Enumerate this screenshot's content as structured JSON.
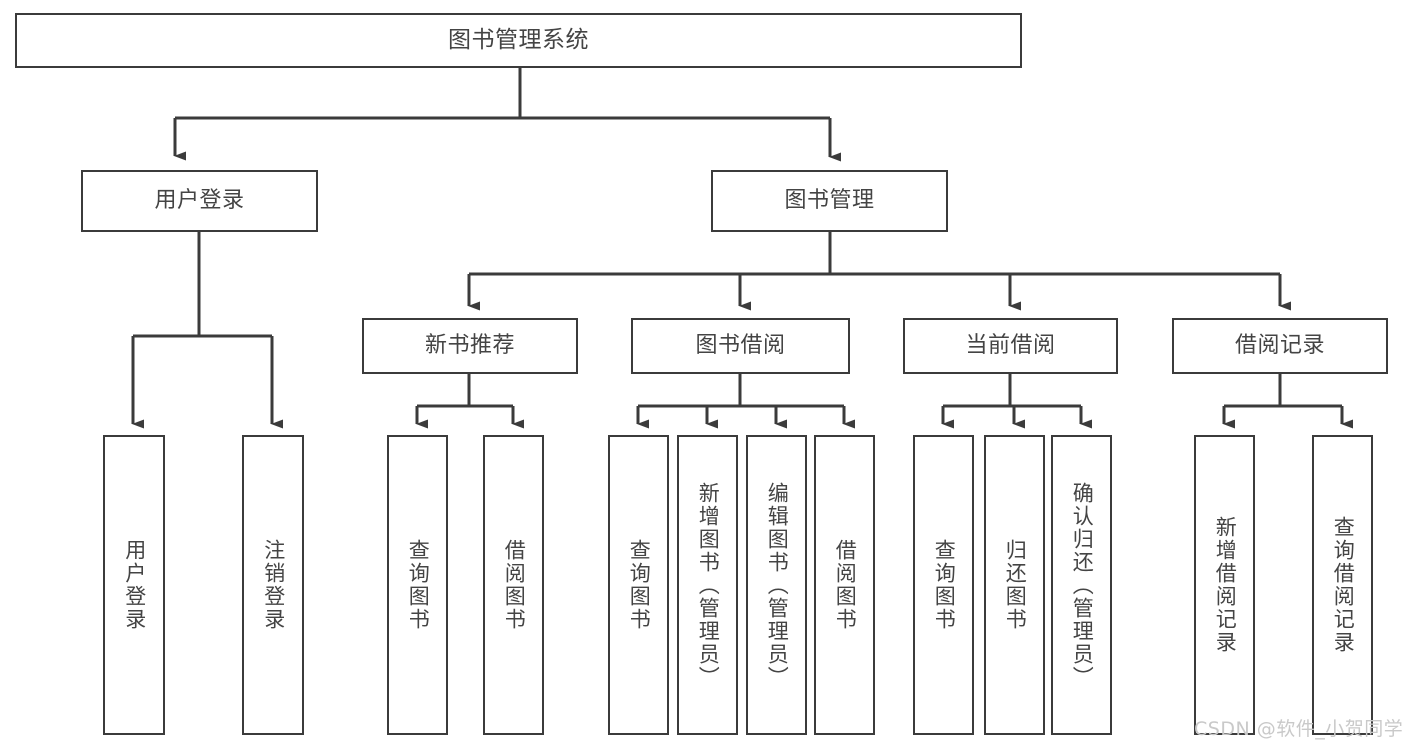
{
  "diagram": {
    "title": "图书管理系统",
    "watermark": "CSDN @软件_小贺同学",
    "line_color": "#3b3b3b",
    "text_color": "#444444",
    "background": "#ffffff",
    "watermark_color": "#c9c9c9"
  },
  "nodes": {
    "root": {
      "label": "图书管理系统"
    },
    "level2": [
      {
        "label": "用户登录"
      },
      {
        "label": "图书管理"
      }
    ],
    "level3": [
      {
        "label": "新书推荐"
      },
      {
        "label": "图书借阅"
      },
      {
        "label": "当前借阅"
      },
      {
        "label": "借阅记录"
      }
    ],
    "leaves": {
      "user_login": [
        {
          "label": "用户登录"
        },
        {
          "label": "注销登录"
        }
      ],
      "new_book": [
        {
          "label": "查询图书"
        },
        {
          "label": "借阅图书"
        }
      ],
      "book_borrow": [
        {
          "label": "查询图书"
        },
        {
          "label": "新增图书（管理员）"
        },
        {
          "label": "编辑图书（管理员）"
        },
        {
          "label": "借阅图书"
        }
      ],
      "current_borrow": [
        {
          "label": "查询图书"
        },
        {
          "label": "归还图书"
        },
        {
          "label": "确认归还（管理员）"
        }
      ],
      "borrow_record": [
        {
          "label": "新增借阅记录"
        },
        {
          "label": "查询借阅记录"
        }
      ]
    }
  }
}
